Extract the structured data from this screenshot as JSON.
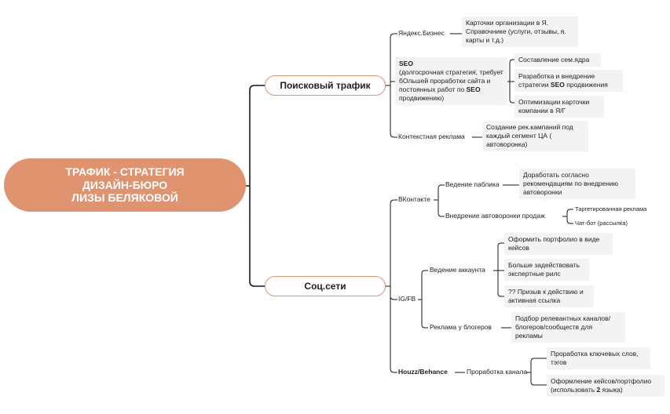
{
  "root": {
    "lines": [
      "ТРАФИК - СТРАТЕГИЯ",
      "ДИЗАЙН-БЮРО",
      "ЛИЗЫ БЕЛЯКОВОЙ"
    ]
  },
  "branches": {
    "search": {
      "label": "Поисковый трафик",
      "yandex": {
        "label": "Яндекс.Бизнес",
        "cards": "Карточки организации в Я. Справочнике (услуги, отзывы, я. карты и т.д.)"
      },
      "seo": {
        "title": "SEO",
        "body": "(долгосрочная стратегия, требует бОльшей проработки сайта и постоянных работ по",
        "tail_bold": "SEO",
        "tail": "продвижению)",
        "children": {
          "core": "Составление сем.ядра",
          "strategy": "Разработка и внедрение стратегии",
          "strategy_bold": "SEO",
          "strategy_tail": "продвижения",
          "optimize": "Оптимизации карточки компании в Я/Г"
        }
      },
      "context": {
        "label": "Контекстная реклама",
        "child": "Создание рек.кампаний под каждый сегмент ЦА ( автоворонка)"
      }
    },
    "social": {
      "label": "Соц.сети",
      "vk": {
        "label": "ВКонтакте",
        "public": {
          "label": "Ведение паблика",
          "child": "Доработать согласно рекомендациям по внедрению автоворонки"
        },
        "funnel": {
          "label": "Внедрение автоворонки продаж",
          "targeted": "Таргетированная реклама",
          "chatbot": "Чат-бот (рассылка)"
        }
      },
      "igfb": {
        "label": "IG/FB",
        "account": {
          "label": "Ведение аккаунта",
          "portfolio": "Оформить портфолио в виде кейсов",
          "reels": "Больше задействовать экспертные рилс",
          "cta": "?? Призыв к действию и активная ссылка"
        },
        "bloggers": {
          "label": "Реклама у блогеров",
          "child": "Подбор релевантных каналов/ блогеров/сообществ для рекламы"
        }
      },
      "houzz": {
        "label": "Houzz/Behance",
        "channel": {
          "label": "Проработка канала",
          "keywords": "Проработка ключевых слов, тэгов",
          "cases": "Оформление кейсов/портфолио (использовать",
          "cases_bold": "2",
          "cases_tail": "языка)"
        }
      }
    }
  }
}
